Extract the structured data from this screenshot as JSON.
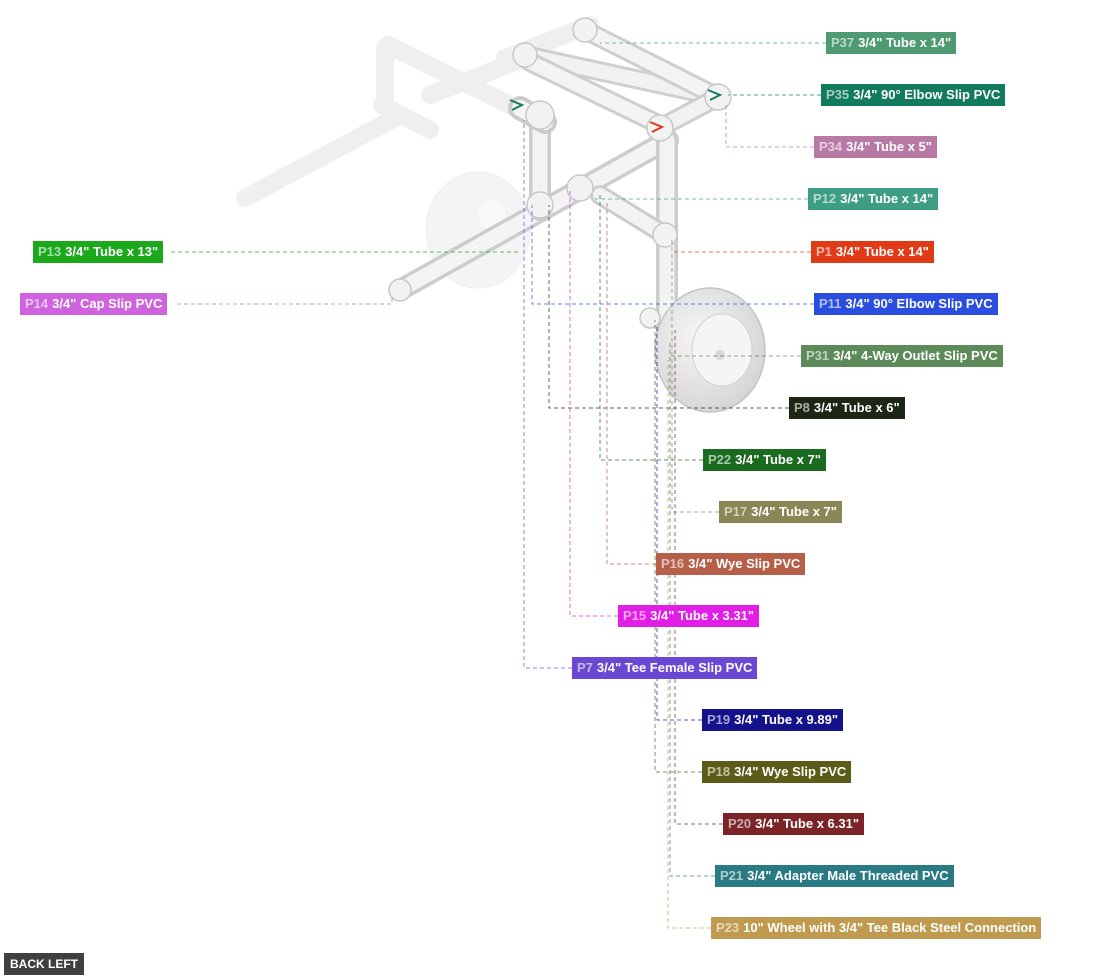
{
  "view_label": "BACK LEFT",
  "parts": [
    {
      "id": "P37",
      "label": "3/4\" Tube x 14\"",
      "color": "#4e9a72"
    },
    {
      "id": "P35",
      "label": "3/4\" 90° Elbow Slip PVC",
      "color": "#147a5e"
    },
    {
      "id": "P34",
      "label": "3/4\" Tube x 5\"",
      "color": "#b87aa4"
    },
    {
      "id": "P12",
      "label": "3/4\" Tube x 14\"",
      "color": "#3e9e84"
    },
    {
      "id": "P13",
      "label": "3/4\" Tube x 13\"",
      "color": "#1ba81b"
    },
    {
      "id": "P1",
      "label": "3/4\" Tube x 14\"",
      "color": "#e03a16"
    },
    {
      "id": "P14",
      "label": "3/4\" Cap Slip PVC",
      "color": "#cf63dd"
    },
    {
      "id": "P11",
      "label": "3/4\" 90° Elbow Slip PVC",
      "color": "#2a4fe0"
    },
    {
      "id": "P31",
      "label": "3/4\" 4-Way Outlet Slip PVC",
      "color": "#5c8a58"
    },
    {
      "id": "P8",
      "label": "3/4\" Tube x 6\"",
      "color": "#1e2616"
    },
    {
      "id": "P22",
      "label": "3/4\" Tube x 7\"",
      "color": "#1a6a1f"
    },
    {
      "id": "P17",
      "label": "3/4\" Tube x 7\"",
      "color": "#8a8656"
    },
    {
      "id": "P16",
      "label": "3/4\" Wye Slip PVC",
      "color": "#b55f48"
    },
    {
      "id": "P15",
      "label": "3/4\" Tube x 3.31\"",
      "color": "#e21de6"
    },
    {
      "id": "P7",
      "label": "3/4\" Tee Female Slip PVC",
      "color": "#6a48d4"
    },
    {
      "id": "P19",
      "label": "3/4\" Tube x 9.89\"",
      "color": "#14128a"
    },
    {
      "id": "P18",
      "label": "3/4\" Wye Slip PVC",
      "color": "#5c5c18"
    },
    {
      "id": "P20",
      "label": "3/4\" Tube x 6.31\"",
      "color": "#7a2428"
    },
    {
      "id": "P21",
      "label": "3/4\" Adapter Male Threaded PVC",
      "color": "#2a7a84"
    },
    {
      "id": "P23",
      "label": "10\" Wheel with 3/4\" Tee Black Steel Connection",
      "color": "#c09a4e"
    }
  ]
}
